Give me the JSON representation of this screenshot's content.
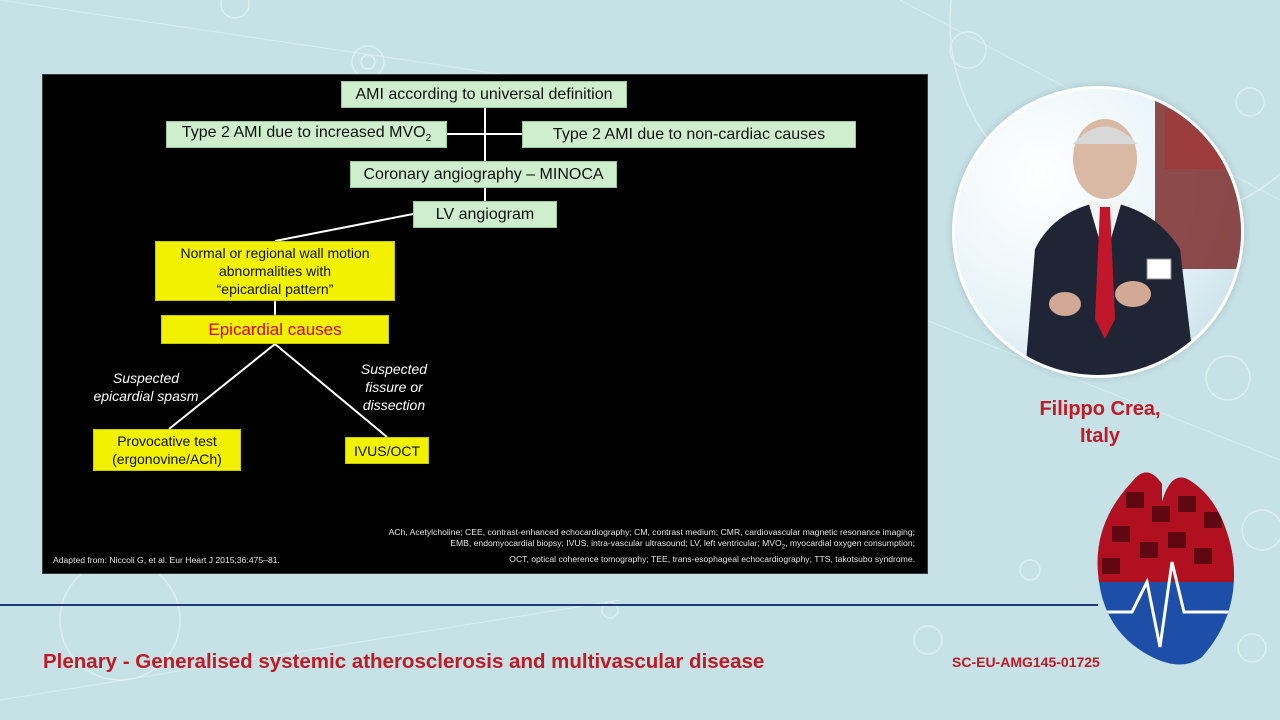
{
  "diagram": {
    "nodes": {
      "ami_universal": "AMI according to universal definition",
      "type2_mvo2_main": "Type 2 AMI due to increased MVO",
      "type2_mvo2_sub": "2",
      "type2_noncardiac": "Type 2 AMI due to non-cardiac causes",
      "coronary_angiography": "Coronary angiography – MINOCA",
      "lv_angiogram": "LV angiogram",
      "wall_motion_line1": "Normal or regional wall motion",
      "wall_motion_line2": "abnormalities with",
      "wall_motion_line3": "“epicardial pattern”",
      "epicardial_causes": "Epicardial causes",
      "provocative_line1": "Provocative test",
      "provocative_line2": "(ergonovine/ACh)",
      "ivus_oct": "IVUS/OCT"
    },
    "edge_labels": {
      "spasm_line1": "Suspected",
      "spasm_line2": "epicardial spasm",
      "fissure_line1": "Suspected",
      "fissure_line2": "fissure or",
      "fissure_line3": "dissection"
    },
    "footnote_line1": "ACh, Acetylcholine; CEE, contrast-enhanced echocardiography; CM, contrast medium; CMR, cardiovascular magnetic resonance imaging;",
    "footnote_line2a": "EMB, endomyocardial biopsy; IVUS, intra-vascular ultrasound; LV, left ventricular; MVO",
    "footnote_line2_sub": "2",
    "footnote_line2b": ", myocardial oxygen consumption;",
    "footnote_line3": "OCT, optical coherence tomography; TEE, trans-esophageal echocardiography; TTS, takotsubo syndrome.",
    "source": "Adapted from: Niccoli G, et al. Eur Heart J 2015;36:475–81."
  },
  "speaker": {
    "name_line1": "Filippo Crea,",
    "name_line2": "Italy"
  },
  "session": {
    "title": "Plenary - Generalised systemic atherosclerosis and multivascular disease",
    "code": "SC-EU-AMG145-01725"
  },
  "colors": {
    "green_box": "#cfeecd",
    "yellow_box": "#f2f200",
    "red_text": "#d6001c",
    "brand_red": "#c21a24",
    "brand_navy": "#1e3c7a",
    "background": "#c6e2e6"
  }
}
